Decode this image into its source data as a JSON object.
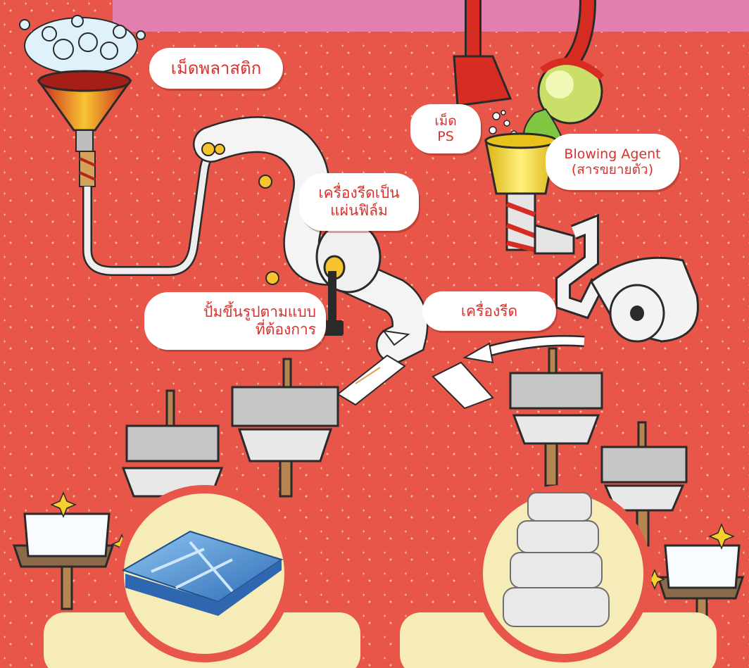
{
  "labels": {
    "plastic_pellets": "เม็ดพลาสติก",
    "ps_pellets_line1": "เม็ด",
    "ps_pellets_line2": "PS",
    "blowing_agent_line1": "Blowing Agent",
    "blowing_agent_line2": "(สารขยายตัว)",
    "film_extruder_line1": "เครื่องรีดเป็น",
    "film_extruder_line2": "แผ่นฟิล์ม",
    "thermoform_line1": "ปั้มขึ้นรูปตามแบบ",
    "thermoform_line2": "ที่ต้องการ",
    "extruder": "เครื่องรีด"
  },
  "colors": {
    "background": "#e8564a",
    "dots": "#f6c0a0",
    "top_band": "#e27fae",
    "label_text": "#d7322e",
    "bottom_panel": "#f6ecb8"
  }
}
